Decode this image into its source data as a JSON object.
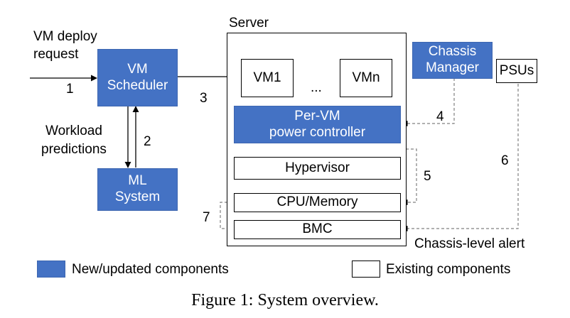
{
  "input": {
    "line1": "VM deploy",
    "line2": "request",
    "step": "1"
  },
  "vm_scheduler": {
    "line1": "VM",
    "line2": "Scheduler"
  },
  "workload": {
    "line1": "Workload",
    "line2": "predictions",
    "step": "2"
  },
  "ml_system": {
    "line1": "ML",
    "line2": "System"
  },
  "step3": "3",
  "server": {
    "title": "Server",
    "vm1": "VM1",
    "ellipsis": "...",
    "vmn": "VMn",
    "power_controller": {
      "line1": "Per-VM",
      "line2": "power controller"
    },
    "hypervisor": "Hypervisor",
    "cpu_memory": "CPU/Memory",
    "bmc": "BMC"
  },
  "chassis_manager": {
    "line1": "Chassis",
    "line2": "Manager"
  },
  "psus": "PSUs",
  "step4": "4",
  "step5": "5",
  "step6": "6",
  "step7": "7",
  "chassis_alert": "Chassis-level alert",
  "legend": {
    "new_label": "New/updated components",
    "existing_label": "Existing components"
  },
  "caption": "Figure 1: System overview.",
  "colors": {
    "new_component": "#4472c4",
    "dashed_line": "#808080",
    "existing_border": "#000000"
  }
}
